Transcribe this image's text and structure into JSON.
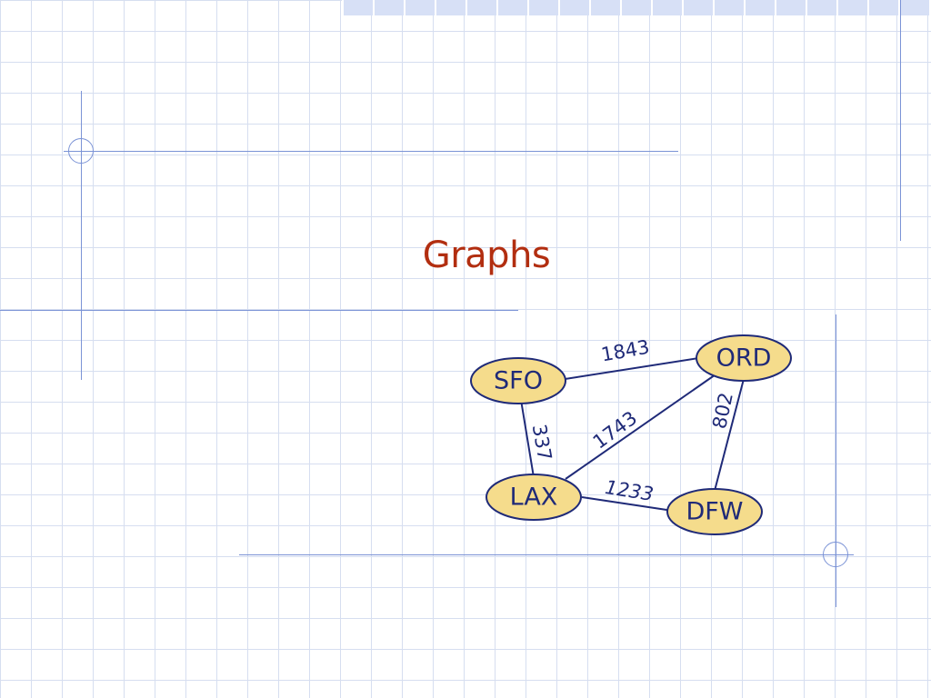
{
  "slide": {
    "title": "Graphs"
  },
  "colors": {
    "title": "#b22e10",
    "node_fill": "#f5dc8c",
    "node_stroke": "#1f2a78",
    "edge": "#1f2a78",
    "grid": "#d6def0",
    "rule": "#7b93d6"
  },
  "graph": {
    "nodes": [
      {
        "id": "SFO",
        "label": "SFO"
      },
      {
        "id": "ORD",
        "label": "ORD"
      },
      {
        "id": "LAX",
        "label": "LAX"
      },
      {
        "id": "DFW",
        "label": "DFW"
      }
    ],
    "edges": [
      {
        "from": "SFO",
        "to": "ORD",
        "weight": "1843"
      },
      {
        "from": "SFO",
        "to": "LAX",
        "weight": "337"
      },
      {
        "from": "LAX",
        "to": "ORD",
        "weight": "1743"
      },
      {
        "from": "ORD",
        "to": "DFW",
        "weight": "802"
      },
      {
        "from": "LAX",
        "to": "DFW",
        "weight": "1233"
      }
    ]
  }
}
